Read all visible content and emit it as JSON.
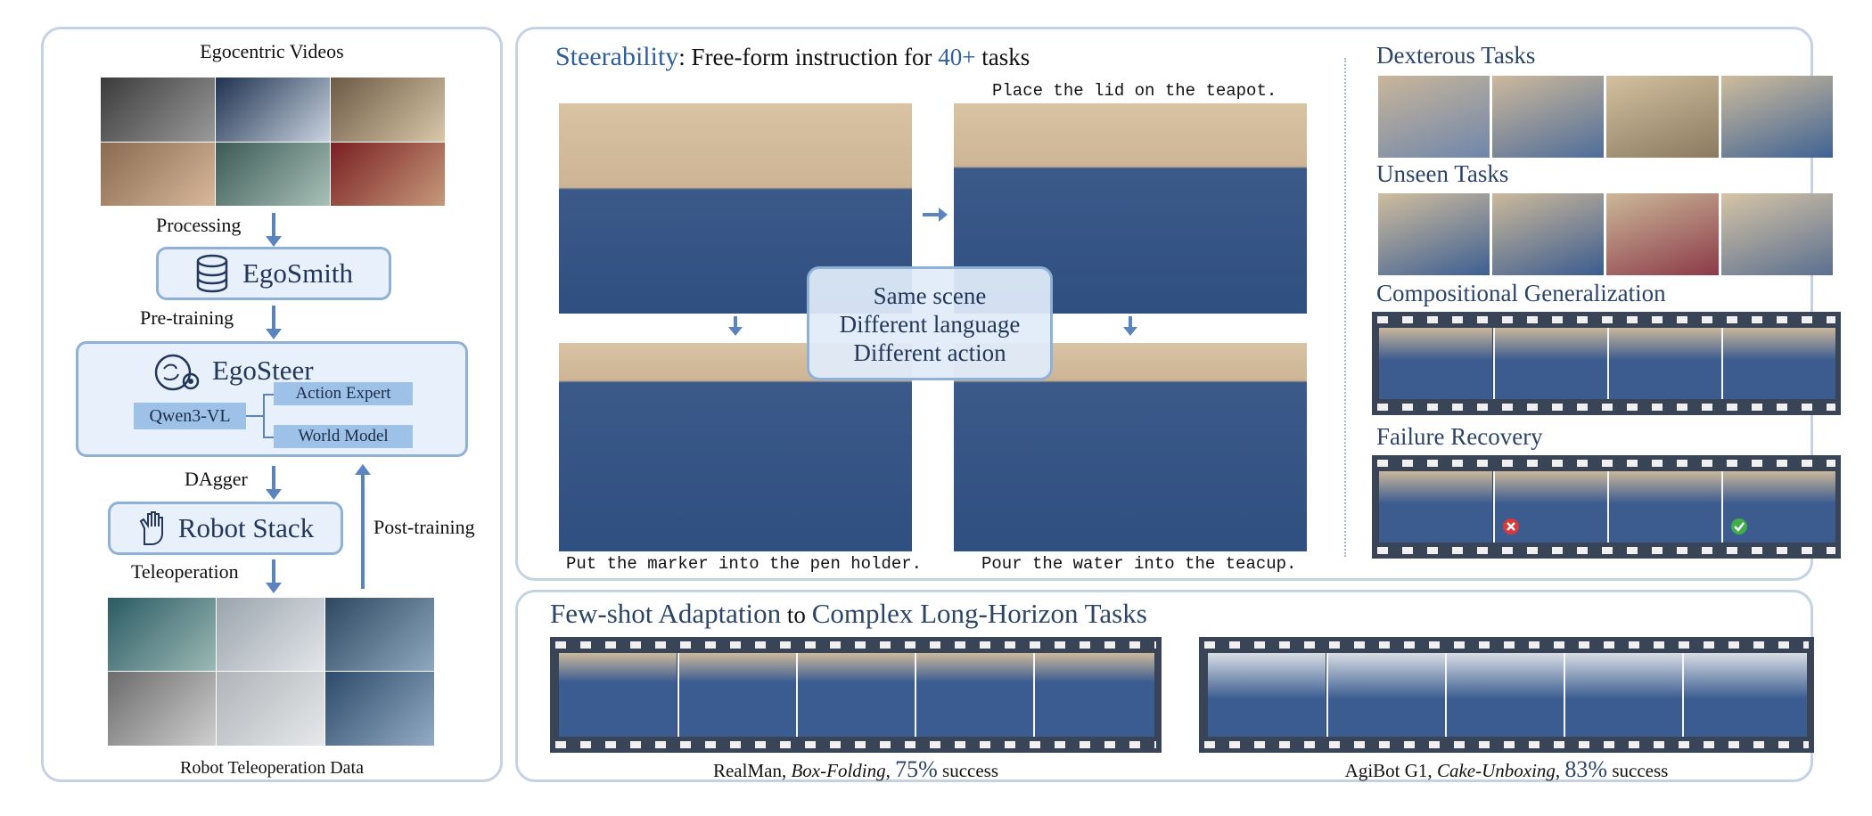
{
  "left": {
    "ego_videos_label": "Egocentric Videos",
    "processing_label": "Processing",
    "egosmith_label": "EgoSmith",
    "pretraining_label": "Pre-training",
    "egosteer_label": "EgoSteer",
    "qwen_label": "Qwen3-VL",
    "action_expert_label": "Action Expert",
    "world_model_label": "World Model",
    "dagger_label": "DAgger",
    "robot_stack_label": "Robot Stack",
    "teleop_label": "Teleoperation",
    "posttraining_label": "Post-training",
    "teleop_data_label": "Robot Teleoperation Data"
  },
  "steer": {
    "title_highlight": "Steerability",
    "title_rest": ": Free-form instruction for ",
    "title_count": "40+",
    "title_suffix": " tasks",
    "instr_top_right": "Place the lid on the teapot.",
    "instr_bottom_left": "Put the marker into the pen holder.",
    "instr_bottom_right": "Pour the water into the teacup.",
    "overlay_line1": "Same scene",
    "overlay_line2": "Different language",
    "overlay_line3": "Different action"
  },
  "right": {
    "dexterous_title": "Dexterous Tasks",
    "unseen_title": "Unseen Tasks",
    "compositional_title": "Compositional Generalization",
    "failure_title": "Failure Recovery"
  },
  "fewshot": {
    "title_a": "Few-shot Adaptation",
    "title_b": " to ",
    "title_c": "Complex Long-Horizon Tasks",
    "left_robot": "RealMan, ",
    "left_task": "Box-Folding",
    "left_sep": ", ",
    "left_rate": "75%",
    "left_suffix": " success",
    "right_robot": "AgiBot G1, ",
    "right_task": "Cake-Unboxing",
    "right_sep": ", ",
    "right_rate": "83%",
    "right_suffix": " success"
  },
  "colors": {
    "accent": "#2f5f9c",
    "navy": "#2c4468",
    "panel_border": "#c4d2e3",
    "box_fill": "#e7f0fb",
    "film": "#3a4457"
  }
}
